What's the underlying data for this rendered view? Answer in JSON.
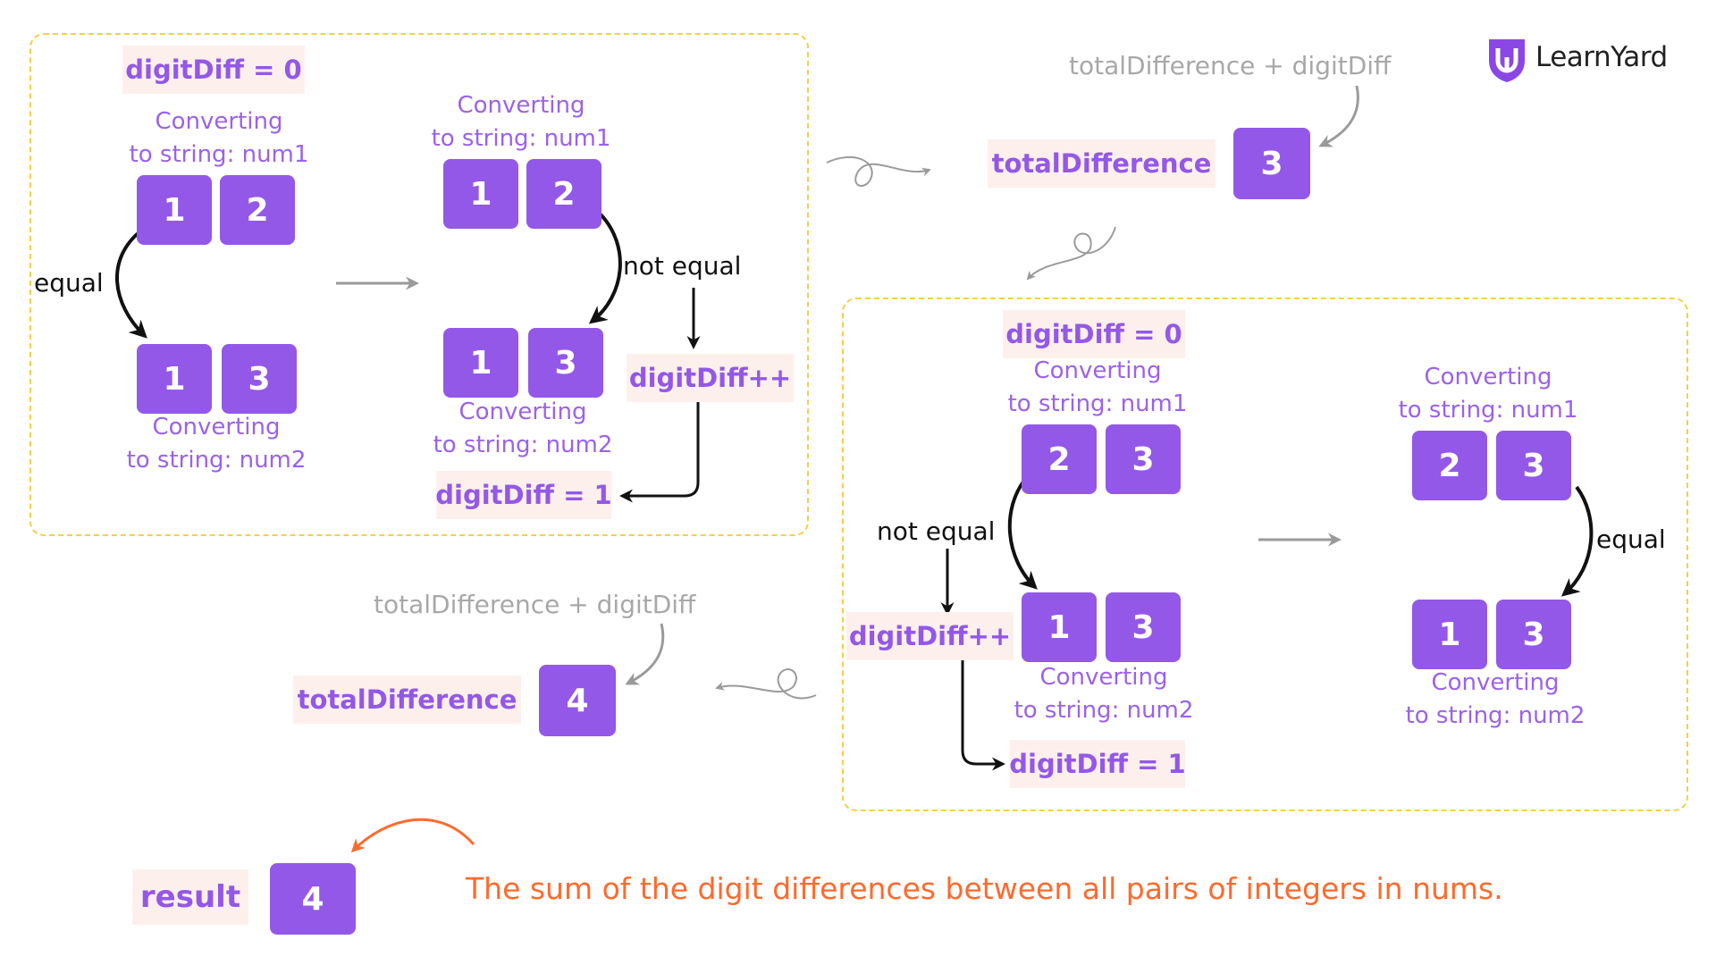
{
  "logo": {
    "text": "LearnYard"
  },
  "panel1": {
    "digit_diff_start": "digitDiff = 0",
    "step1": {
      "num1_caption": [
        "Converting",
        "to string: num1"
      ],
      "num1_digits": [
        "1",
        "2"
      ],
      "num2_digits": [
        "1",
        "3"
      ],
      "num2_caption": [
        "Converting",
        "to string: num2"
      ],
      "compare_label": "equal"
    },
    "step2": {
      "num1_caption": [
        "Converting",
        "to string: num1"
      ],
      "num1_digits": [
        "1",
        "2"
      ],
      "num2_digits": [
        "1",
        "3"
      ],
      "num2_caption": [
        "Converting",
        "to string: num2"
      ],
      "compare_label": "not equal",
      "increment_label": "digitDiff++",
      "digit_diff_end": "digitDiff = 1"
    }
  },
  "total1": {
    "formula": "totalDifference + digitDiff",
    "label": "totalDifference",
    "value": "3"
  },
  "panel2": {
    "digit_diff_start": "digitDiff = 0",
    "step1": {
      "num1_caption": [
        "Converting",
        "to string: num1"
      ],
      "num1_digits": [
        "2",
        "3"
      ],
      "num2_digits": [
        "1",
        "3"
      ],
      "num2_caption": [
        "Converting",
        "to string: num2"
      ],
      "compare_label": "not equal",
      "increment_label": "digitDiff++",
      "digit_diff_end": "digitDiff = 1"
    },
    "step2": {
      "num1_caption": [
        "Converting",
        "to string: num1"
      ],
      "num1_digits": [
        "2",
        "3"
      ],
      "num2_digits": [
        "1",
        "3"
      ],
      "num2_caption": [
        "Converting",
        "to string: num2"
      ],
      "compare_label": "equal"
    }
  },
  "total2": {
    "formula": "totalDifference + digitDiff",
    "label": "totalDifference",
    "value": "4"
  },
  "result": {
    "label": "result",
    "value": "4",
    "note": "The sum of the digit differences between all pairs of integers in nums."
  },
  "colors": {
    "box": "#9358e8",
    "label_bg": "#fdf0ec",
    "label_text": "#9358e8",
    "panel_border": "#f5cf4a",
    "note": "#ff6a2c",
    "gray": "#a8a8a8"
  }
}
